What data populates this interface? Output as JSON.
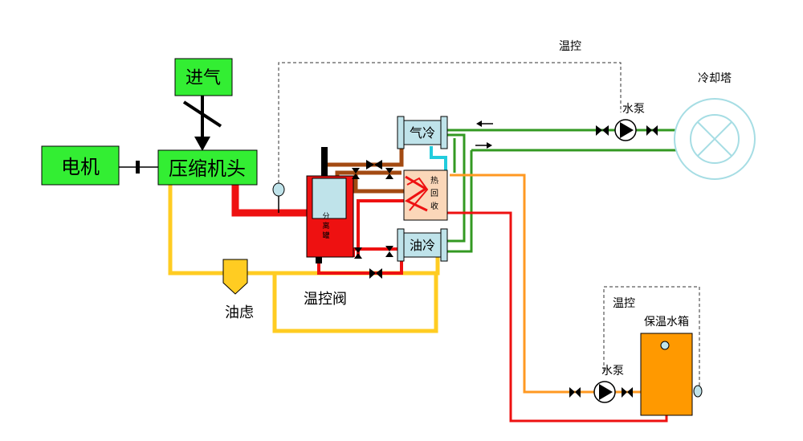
{
  "labels": {
    "intake": "进气",
    "motor": "电机",
    "compressor_head": "压缩机头",
    "separator_l1": "分",
    "separator_l2": "离",
    "separator_l3": "罐",
    "air_cooler": "气冷",
    "heat_recovery_l1": "热",
    "heat_recovery_l2": "回",
    "heat_recovery_l3": "收",
    "oil_cooler": "油冷",
    "oil_filter": "油虑",
    "thermo_valve": "温控阀",
    "temp_control_top": "温控",
    "cooling_tower": "冷却塔",
    "water_pump_top": "水泵",
    "temp_control_bottom": "温控",
    "insulated_tank": "保温水箱",
    "water_pump_bottom": "水泵"
  },
  "colors": {
    "box_green": "#33ee33",
    "separator_red": "#ee1111",
    "oil_yellow": "#ffcc22",
    "air_brown": "#a34a12",
    "cooler_blue": "#bfe3ea",
    "recovery_peach": "#fbd7b9",
    "water_green": "#339922",
    "hot_orange": "#ff9922",
    "tank_orange": "#ff9900",
    "tower_blue": "#a6dde4"
  }
}
